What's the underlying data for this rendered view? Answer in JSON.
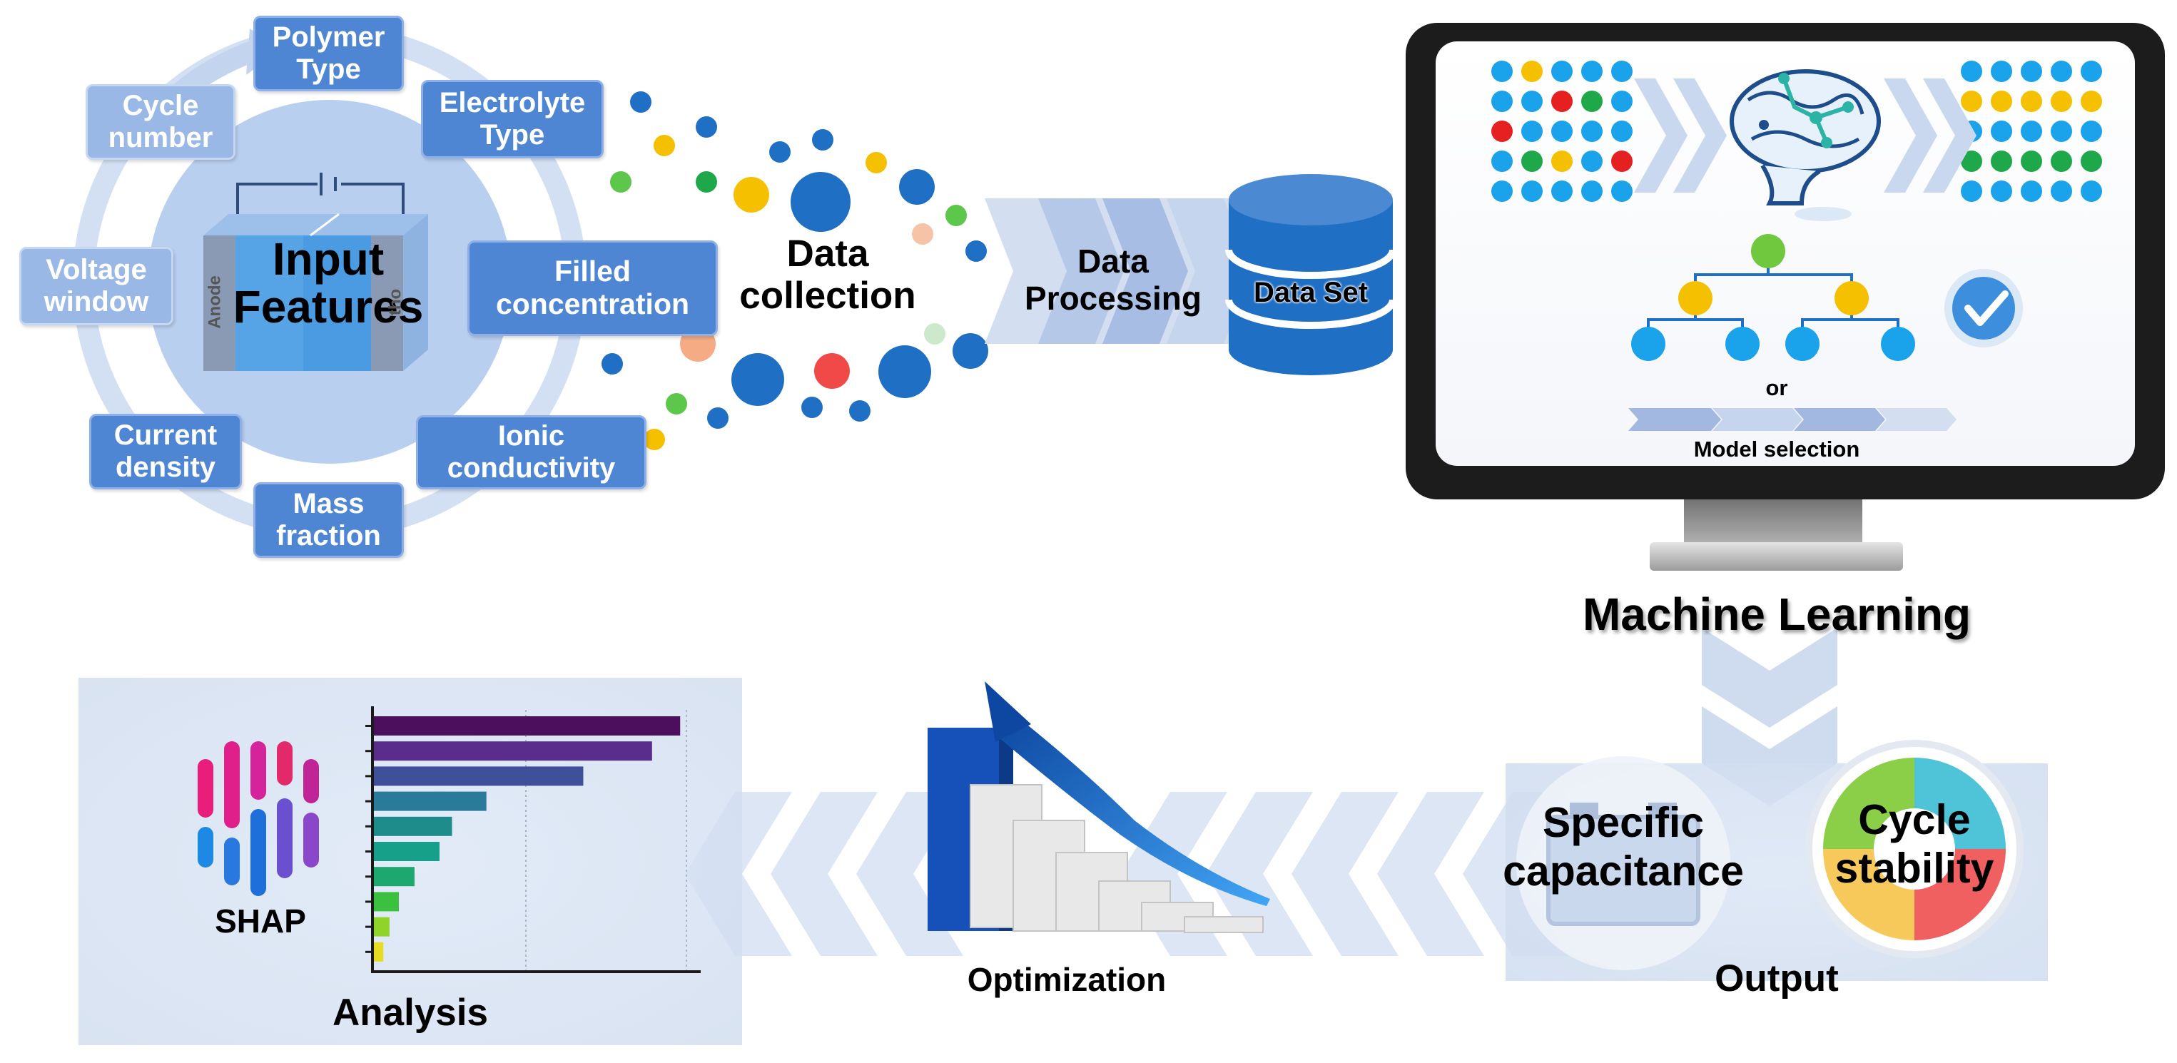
{
  "input_features": {
    "title": "Input\nFeatures",
    "electrode_left": "Anode",
    "electrode_right": "tho",
    "features": [
      "Polymer\nType",
      "Electrolyte\nType",
      "Filled\nconcentration",
      "Ionic\nconductivity",
      "Mass\nfraction",
      "Current\ndensity",
      "Voltage\nwindow",
      "Cycle\nnumber"
    ]
  },
  "steps": {
    "data_collection": "Data\ncollection",
    "data_processing": "Data\nProcessing",
    "data_set": "Data Set"
  },
  "monitor": {
    "or_text": "or",
    "model_selection": "Model selection"
  },
  "machine_learning": "Machine Learning",
  "output": {
    "label": "Output",
    "specific_capacitance": "Specific\ncapacitance",
    "cycle_stability": "Cycle\nstability"
  },
  "optimization": "Optimization",
  "analysis": {
    "label": "Analysis",
    "shap": "SHAP",
    "bar_values": [
      0.98,
      0.89,
      0.67,
      0.36,
      0.25,
      0.21,
      0.13,
      0.08,
      0.05,
      0.03
    ],
    "bar_colors": [
      "#4b0f5e",
      "#5a2d8c",
      "#3f4f9a",
      "#2a7a9a",
      "#1f8c8c",
      "#16a08a",
      "#1ca86f",
      "#3cc040",
      "#90d42a",
      "#e6dc22"
    ]
  },
  "colors": {
    "feature_box": "#4f86d3",
    "feature_box_light": "#9ab8e6",
    "dataset_cylinder": "#1f6fc5",
    "monitor_frame": "#1c1c1c",
    "arrow_light": "#d8e3f3"
  }
}
